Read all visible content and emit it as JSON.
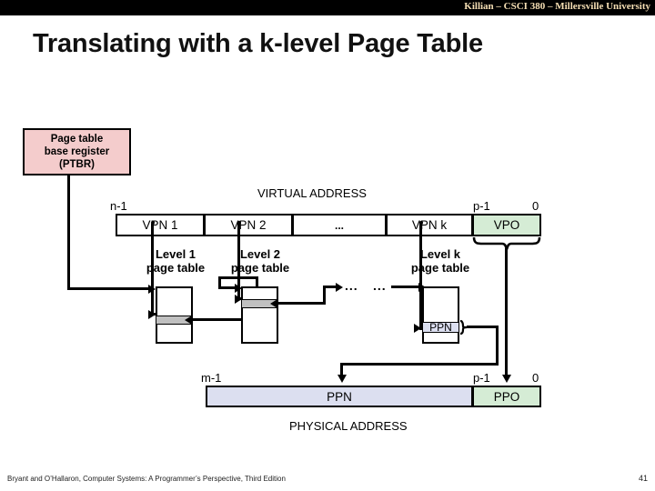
{
  "banner": {
    "text": "Killian – CSCI 380 – Millersville University"
  },
  "slide": {
    "title": "Translating with a k-level Page Table",
    "footer_citation": "Bryant and O’Hallaron, Computer Systems: A Programmer’s Perspective, Third Edition",
    "footer_page": "41"
  },
  "ptbr": {
    "line1": "Page table",
    "line2": "base register",
    "line3": "(PTBR)",
    "fill": "#f4cccc"
  },
  "virtual_address": {
    "caption": "VIRTUAL ADDRESS",
    "left_bit_label": "n-1",
    "split_bit_label": "p-1",
    "right_bit_label": "0",
    "fields": [
      {
        "label": "VPN 1",
        "fill": "#ffffff"
      },
      {
        "label": "VPN 2",
        "fill": "#ffffff"
      },
      {
        "label": "...",
        "fill": "#ffffff"
      },
      {
        "label": "VPN k",
        "fill": "#ffffff"
      },
      {
        "label": "VPO",
        "fill": "#d5ecd5"
      }
    ]
  },
  "page_tables": [
    {
      "line1": "Level 1",
      "line2": "page table"
    },
    {
      "line1": "Level 2",
      "line2": "page table"
    },
    {
      "line1": "Level k",
      "line2": "page table"
    }
  ],
  "ellipses": {
    "first": "...",
    "second": "..."
  },
  "ppn_entry": {
    "label": "PPN",
    "fill": "#dcdff0"
  },
  "physical_address": {
    "caption": "PHYSICAL ADDRESS",
    "left_bit_label": "m-1",
    "split_bit_label": "p-1",
    "right_bit_label": "0",
    "fields": [
      {
        "label": "PPN",
        "fill": "#dcdff0"
      },
      {
        "label": "PPO",
        "fill": "#d5ecd5"
      }
    ]
  }
}
